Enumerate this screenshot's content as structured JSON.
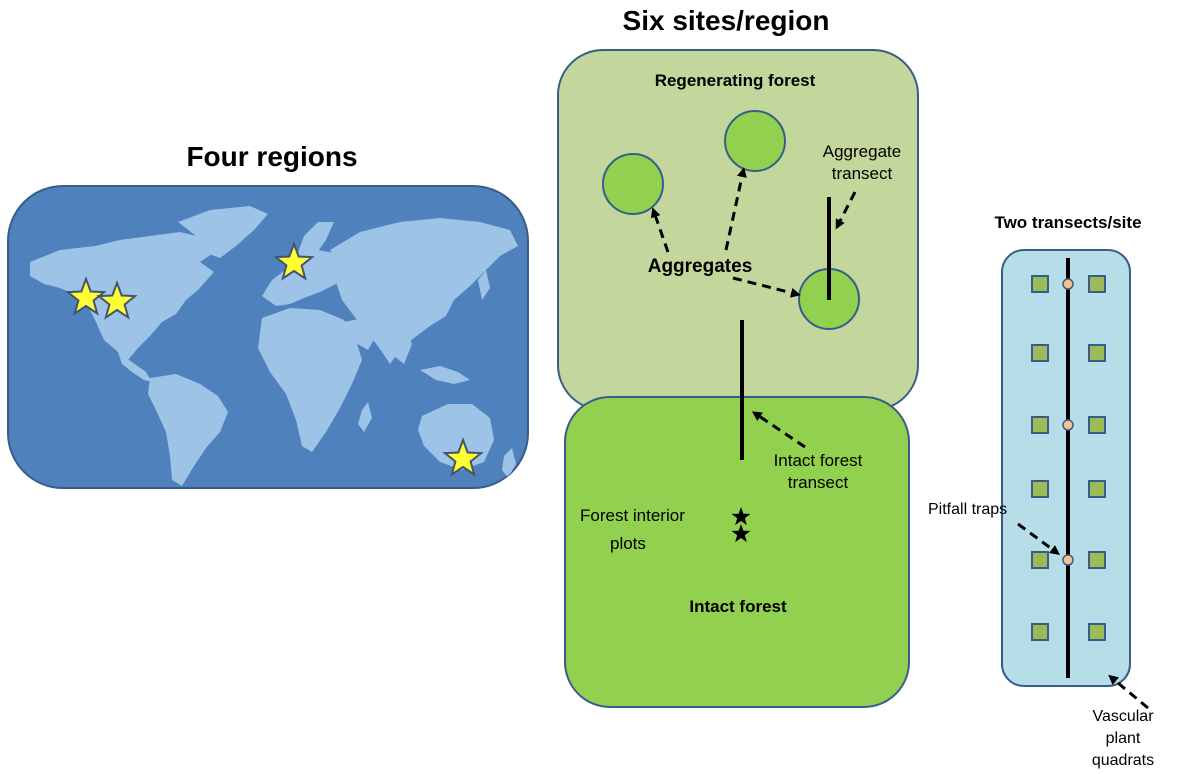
{
  "titles": {
    "regions": "Four regions",
    "sites": "Six sites/region",
    "transects": "Two transects/site"
  },
  "labels": {
    "regenerating_forest": "Regenerating forest",
    "aggregates": "Aggregates",
    "aggregate_transect_line1": "Aggregate",
    "aggregate_transect_line2": "transect",
    "intact_forest_transect_line1": "Intact forest",
    "intact_forest_transect_line2": "transect",
    "forest_interior_plots_line1": "Forest interior",
    "forest_interior_plots_line2": "plots",
    "intact_forest": "Intact forest",
    "pitfall_traps": "Pitfall traps",
    "vascular_line1": "Vascular",
    "vascular_line2": "plant",
    "vascular_line3": "quadrats"
  },
  "colors": {
    "ocean": "#4F81BD",
    "land": "#9DC3E6",
    "star": "#FFFF33",
    "star_outline": "#44546A",
    "regenerating_fill": "#C3D69B",
    "intact_fill": "#92D050",
    "aggregate_fill": "#92D050",
    "box_outline": "#385D8A",
    "transect_fill": "#B7DEE8",
    "quadrat_fill": "#9BBB59",
    "trap_fill": "#FAC090"
  }
}
